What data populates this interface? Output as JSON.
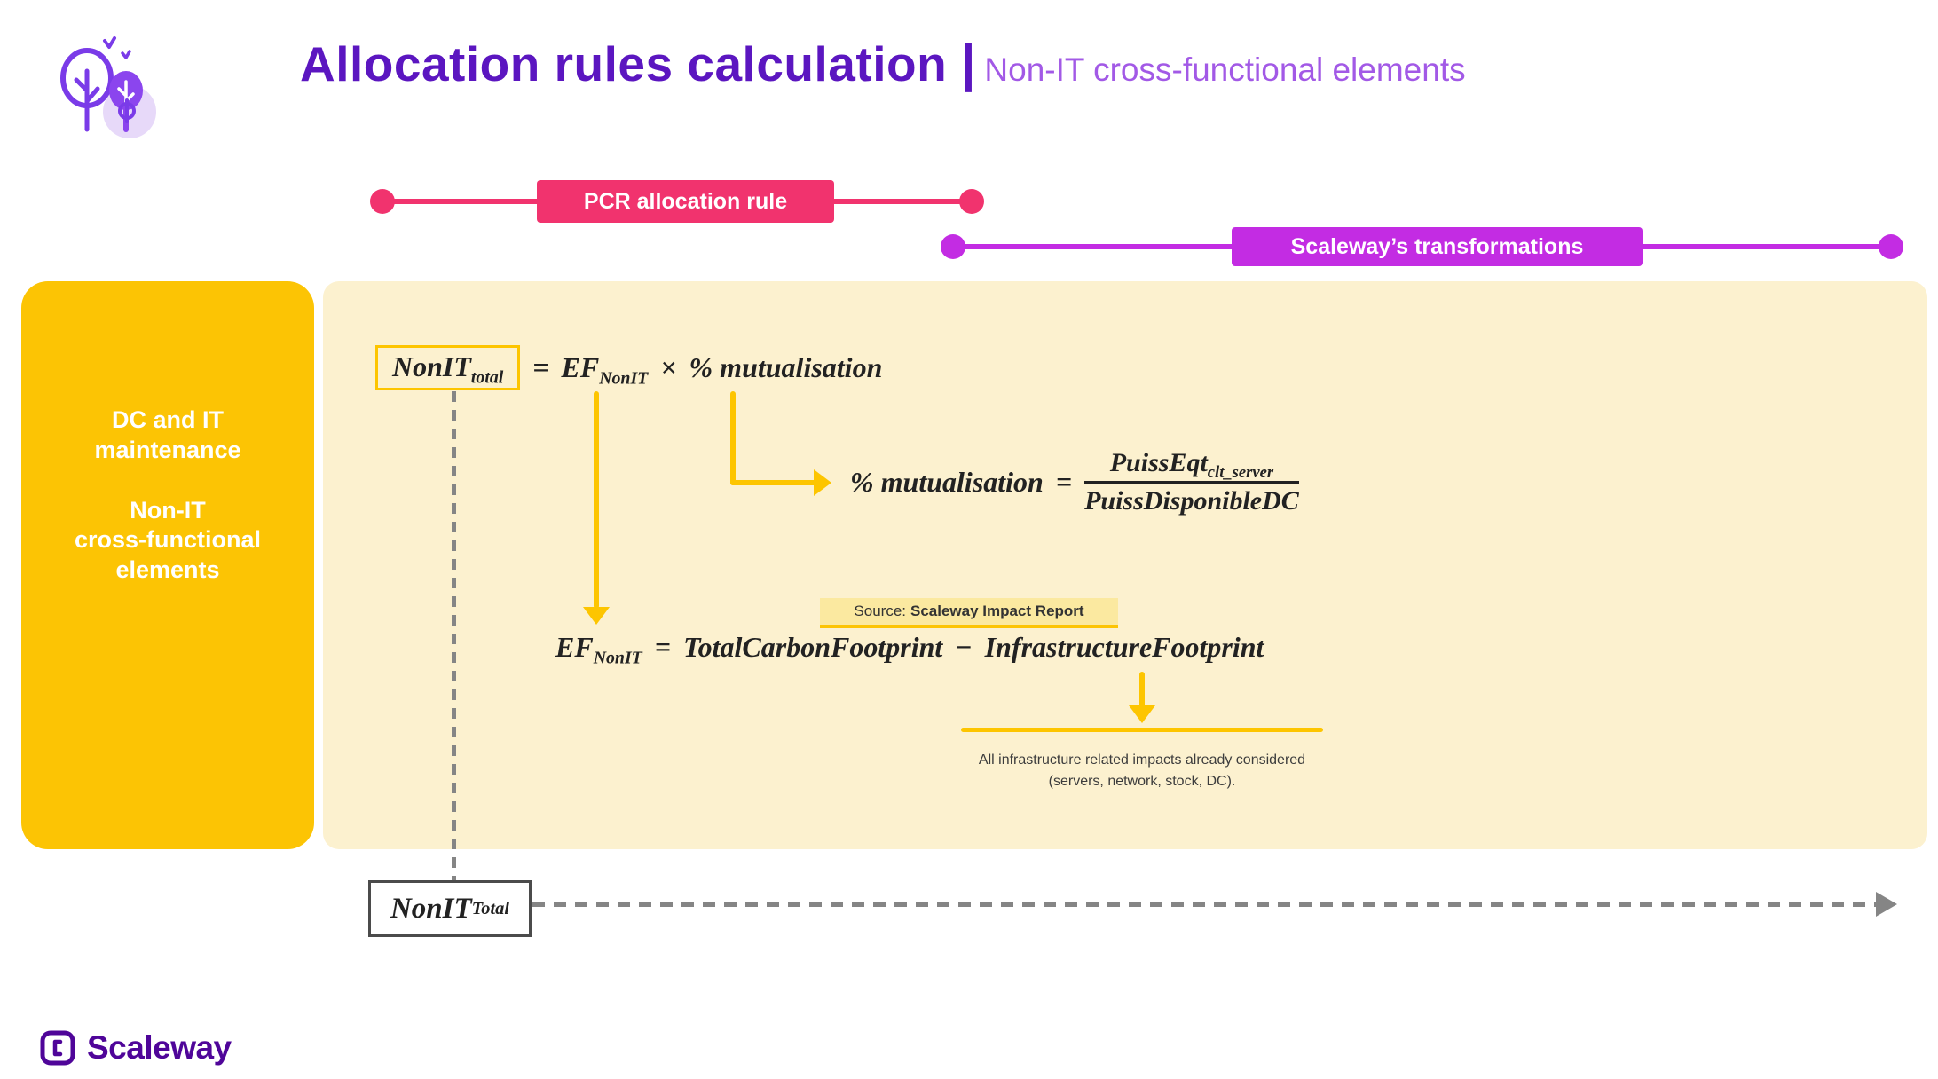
{
  "header": {
    "title": "Allocation rules calculation",
    "separator": "|",
    "subtitle": "Non-IT cross-functional elements"
  },
  "brackets": {
    "pcr_label": "PCR allocation rule",
    "transformations_label": "Scaleway’s transformations"
  },
  "left_panel": {
    "block1": [
      "DC and IT",
      "maintenance"
    ],
    "block2": [
      "Non-IT",
      "cross-functional",
      "elements"
    ]
  },
  "formula_allocation": {
    "lhs_base": "NonIT",
    "lhs_sub": "total",
    "equals": "=",
    "ef_base": "EF",
    "ef_sub": "NonIT",
    "times": "×",
    "mutualisation": "% mutualisation"
  },
  "formula_mutualisation": {
    "lhs": "% mutualisation",
    "equals": "=",
    "numerator_base": "PuissEqt",
    "numerator_sub": "clt_server",
    "denominator": "PuissDisponibleDC"
  },
  "source_note": {
    "prefix": "Source:",
    "value": "Scaleway Impact Report"
  },
  "formula_ef": {
    "lhs_base": "EF",
    "lhs_sub": "NonIT",
    "equals": "=",
    "term1": "TotalCarbonFootprint",
    "minus": "−",
    "term2": "InfrastructureFootprint"
  },
  "infrastructure_note": {
    "line1": "All infrastructure related impacts already considered",
    "line2": "(servers, network, stock, DC)."
  },
  "output_box": {
    "base": "NonIT",
    "sub": "Total"
  },
  "footer": {
    "brand": "Scaleway"
  },
  "colors": {
    "title_purple": "#5B16C0",
    "subtitle_purple": "#A259E6",
    "pink": "#F1336E",
    "magenta": "#C32CE3",
    "gold": "#FCC404",
    "cream": "#FCF1CF",
    "arrow_yellow": "#FDC500",
    "brand_purple": "#4F0599"
  }
}
